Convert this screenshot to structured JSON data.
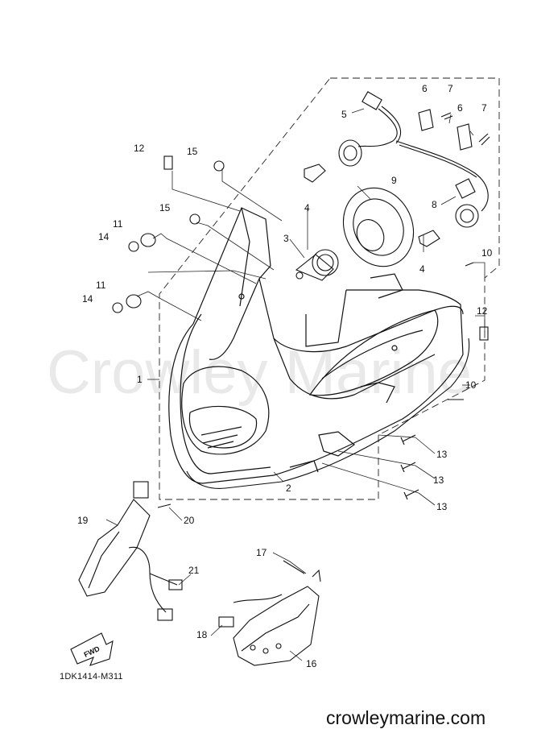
{
  "watermark": "Crowley Marine",
  "diagram_code": "1DK1414-M311",
  "website": "crowleymarine.com",
  "fwd_label": "FWD",
  "callouts": {
    "c1": "1",
    "c2": "2",
    "c3": "3",
    "c4a": "4",
    "c4b": "4",
    "c5": "5",
    "c6a": "6",
    "c6b": "6",
    "c7a": "7",
    "c7b": "7",
    "c8": "8",
    "c9": "9",
    "c10a": "10",
    "c10b": "10",
    "c11a": "11",
    "c11b": "11",
    "c12a": "12",
    "c12b": "12",
    "c13a": "13",
    "c13b": "13",
    "c13c": "13",
    "c14a": "14",
    "c14b": "14",
    "c15a": "15",
    "c15b": "15",
    "c16": "16",
    "c17": "17",
    "c18": "18",
    "c19": "19",
    "c20": "20",
    "c21": "21"
  }
}
